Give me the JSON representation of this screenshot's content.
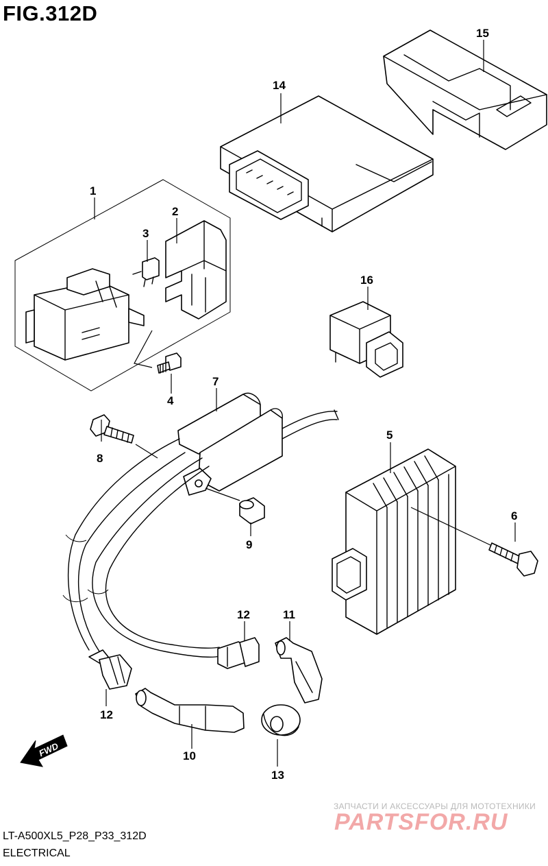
{
  "figure": {
    "title": "FIG.312D",
    "model_code": "LT-A500XL5_P28_P33_312D",
    "category": "ELECTRICAL"
  },
  "callouts": {
    "c1": "1",
    "c2": "2",
    "c3": "3",
    "c4": "4",
    "c5": "5",
    "c6": "6",
    "c7": "7",
    "c8": "8",
    "c9": "9",
    "c10": "10",
    "c11": "11",
    "c12a": "12",
    "c12b": "12",
    "c13": "13",
    "c14": "14",
    "c15": "15",
    "c16": "16"
  },
  "direction_arrow": {
    "label": "FWD"
  },
  "watermark": {
    "tagline": "ЗАПЧАСТИ И АКСЕССУАРЫ ДЛЯ МОТОТЕХНИКИ",
    "brand": "PARTSFOR.RU"
  },
  "colors": {
    "line": "#000000",
    "background": "#ffffff",
    "watermark_brand": "#f2a8a8",
    "watermark_tagline": "#b9b9b9"
  }
}
